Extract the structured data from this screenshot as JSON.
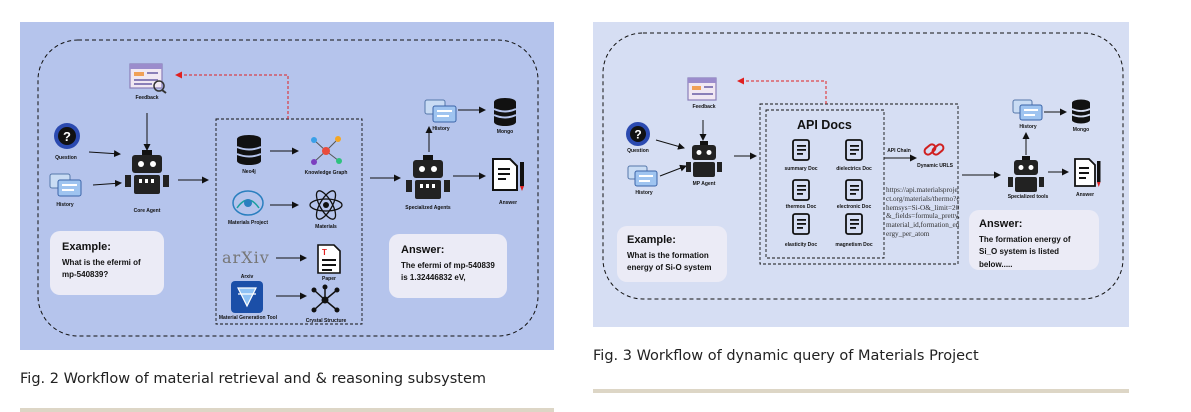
{
  "figure2": {
    "caption": "Fig.  2 Workflow of material retrieval and & reasoning subsystem",
    "labels": {
      "feedback": "Feedback",
      "question": "Question",
      "history_left": "History",
      "core_agent": "Core Agent",
      "neo4j": "Neo4j",
      "knowledge_graph": "Knowledge Graph",
      "materials_project": "Materials Project",
      "materials": "Materials",
      "arxiv_logo": "arXiv",
      "arxiv": "Arxiv",
      "paper": "Paper",
      "material_generation_tool": "Material Generation Tool",
      "crystal_structure": "Crystal Structure",
      "history_right": "History",
      "mongo": "Mongo",
      "specialized_agents": "Specialized Agents",
      "answer": "Answer"
    },
    "example": {
      "title": "Example:",
      "body": "What is  the efermi of   mp-540839?"
    },
    "answer_box": {
      "title": "Answer:",
      "body": "The efermi of mp-540839 is 1.32446832 eV,"
    }
  },
  "figure3": {
    "caption": "Fig.  3 Workflow of dynamic query of Materials Project",
    "labels": {
      "feedback": "Feedback",
      "question": "Question",
      "history_left": "History",
      "mp_agent": "MP Agent",
      "api_docs": "API Docs",
      "summary_doc": "summary Doc",
      "dielectrics_doc": "dielectrics Doc",
      "thermos_doc": "thermos Doc",
      "electronic_doc": "electronic Doc",
      "elasticity_doc": "elasticity Doc",
      "magnetism_doc": "magnetism Doc",
      "api_chain": "API Chain",
      "dynamic_urls": "Dynamic URLS",
      "url_text": "https://api.materialsproject.org/materials/thermo?chemsys=Si-O&_limit=20&_fields=formula_pretty,material_id,formation_energy_per_atom",
      "history_right": "History",
      "mongo": "Mongo",
      "specialized_tools": "Specialized tools",
      "answer": "Answer"
    },
    "example": {
      "title": "Example:",
      "body": "What is  the formation energy of Si-O system"
    },
    "answer_box": {
      "title": "Answer:",
      "body": "The formation energy of Si_O system is listed below....."
    }
  },
  "colors": {
    "panel1": "#b5c4ec",
    "panel2": "#d6def3",
    "feedback_arrow": "#e02020",
    "card": "#ebebf6"
  }
}
